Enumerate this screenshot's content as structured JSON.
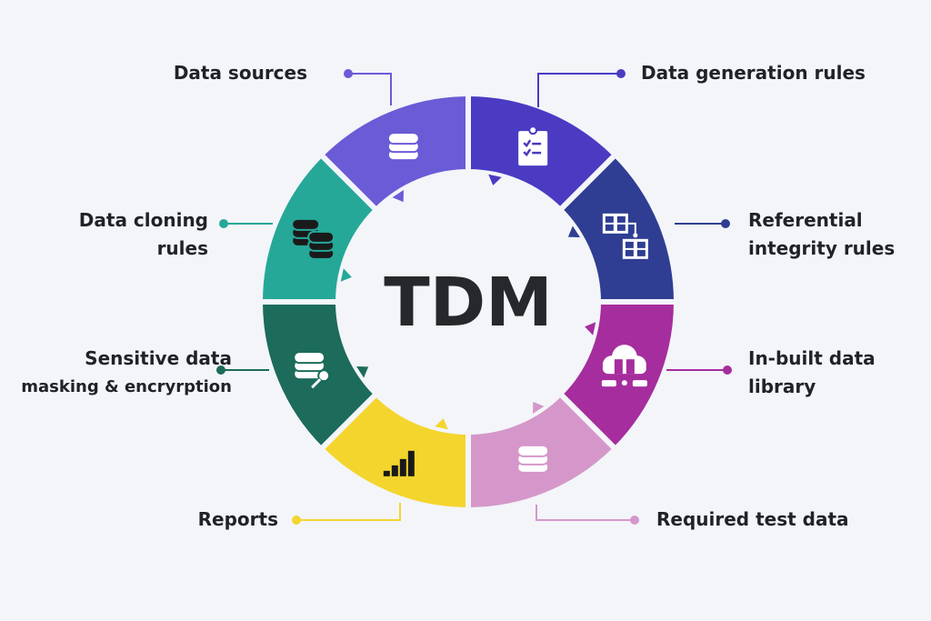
{
  "center_title": "TDM",
  "segments": [
    {
      "id": "data-generation-rules",
      "label_lines": [
        "Data generation rules"
      ],
      "color": "#4a3bc2",
      "icon": "clipboard-checklist-icon"
    },
    {
      "id": "referential-integrity-rules",
      "label_lines": [
        "Referential",
        "integrity rules"
      ],
      "color": "#2f3e92",
      "icon": "linked-tables-icon"
    },
    {
      "id": "in-built-data-library",
      "label_lines": [
        "In-built data",
        "library"
      ],
      "color": "#a62d9e",
      "icon": "cloud-library-icon"
    },
    {
      "id": "required-test-data",
      "label_lines": [
        "Required test data"
      ],
      "color": "#d597c9",
      "icon": "database-icon"
    },
    {
      "id": "reports",
      "label_lines": [
        "Reports"
      ],
      "color": "#f4d52e",
      "icon": "bar-chart-icon"
    },
    {
      "id": "sensitive-data-masking",
      "label_lines": [
        "Sensitive data",
        "masking & encryrption"
      ],
      "color": "#1c6b5b",
      "icon": "database-key-icon"
    },
    {
      "id": "data-cloning-rules",
      "label_lines": [
        "Data cloning",
        "rules"
      ],
      "color": "#25a898",
      "icon": "databases-stack-icon"
    },
    {
      "id": "data-sources",
      "label_lines": [
        "Data sources"
      ],
      "color": "#6a5bd6",
      "icon": "database-icon"
    }
  ]
}
